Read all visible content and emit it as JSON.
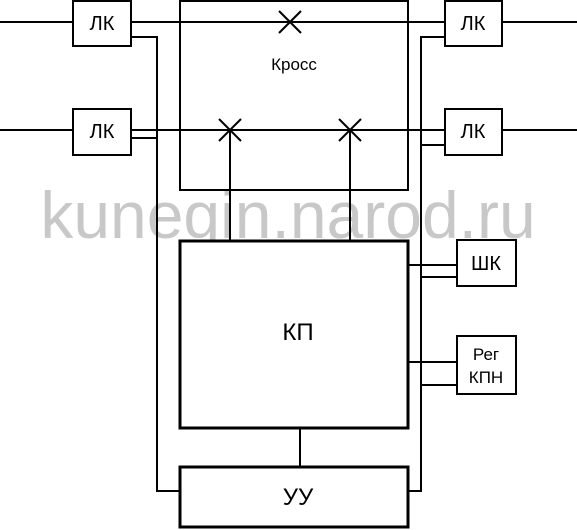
{
  "diagram": {
    "watermark": "kunegin.narod.ru",
    "blocks": {
      "lk_top_left": "ЛК",
      "lk_mid_left": "ЛК",
      "lk_top_right": "ЛК",
      "lk_mid_right": "ЛК",
      "cross": "Кросс",
      "kp": "КП",
      "shk": "ШК",
      "reg_line1": "Рег",
      "reg_line2": "КПН",
      "uu": "УУ"
    }
  }
}
